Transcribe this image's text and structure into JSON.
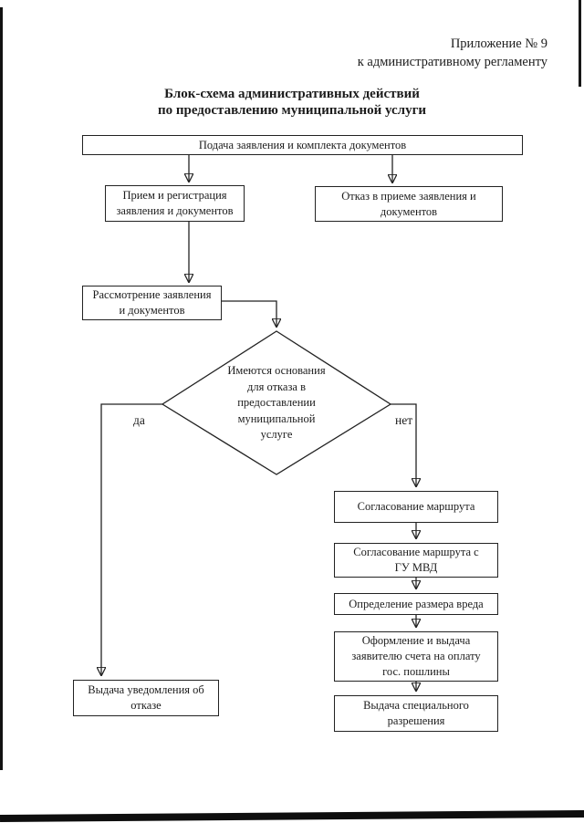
{
  "colors": {
    "paper": "#ffffff",
    "ink": "#1c1c1c",
    "line": "#222222"
  },
  "header": {
    "text": "Приложение № 9\nк административному регламенту"
  },
  "title": {
    "text": "Блок-схема административных действий\nпо предоставлению муниципальной услуги"
  },
  "nodes": {
    "submission": {
      "label": "Подача заявления и комплекта документов"
    },
    "reception": {
      "label": "Прием и регистрация\nзаявления и документов"
    },
    "refusal_acceptance": {
      "label": "Отказ в приеме заявления и\nдокументов"
    },
    "review": {
      "label": "Рассмотрение заявления\nи документов"
    },
    "decision": {
      "label": "Имеются основания\nдля отказа в\nпредоставлении\nмуниципальной\nуслуге"
    },
    "route_approval": {
      "label": "Согласование маршрута"
    },
    "route_approval_mvd": {
      "label": "Согласование маршрута с\nГУ МВД"
    },
    "damage_assessment": {
      "label": "Определение размера вреда"
    },
    "invoice": {
      "label": "Оформление и выдача\nзаявителю счета на оплату\nгос. пошлины"
    },
    "special_permit": {
      "label": "Выдача специального\nразрешения"
    },
    "refusal_notice": {
      "label": "Выдача уведомления об\nотказе"
    }
  },
  "edge_labels": {
    "yes": "да",
    "no": "нет"
  },
  "edges": [
    {
      "from": "submission",
      "to": "reception"
    },
    {
      "from": "submission",
      "to": "refusal_acceptance"
    },
    {
      "from": "reception",
      "to": "review"
    },
    {
      "from": "review",
      "to": "decision"
    },
    {
      "from": "decision",
      "to": "refusal_notice",
      "label": "да"
    },
    {
      "from": "decision",
      "to": "route_approval",
      "label": "нет"
    },
    {
      "from": "route_approval",
      "to": "route_approval_mvd"
    },
    {
      "from": "route_approval_mvd",
      "to": "damage_assessment"
    },
    {
      "from": "damage_assessment",
      "to": "invoice"
    },
    {
      "from": "invoice",
      "to": "special_permit"
    }
  ]
}
